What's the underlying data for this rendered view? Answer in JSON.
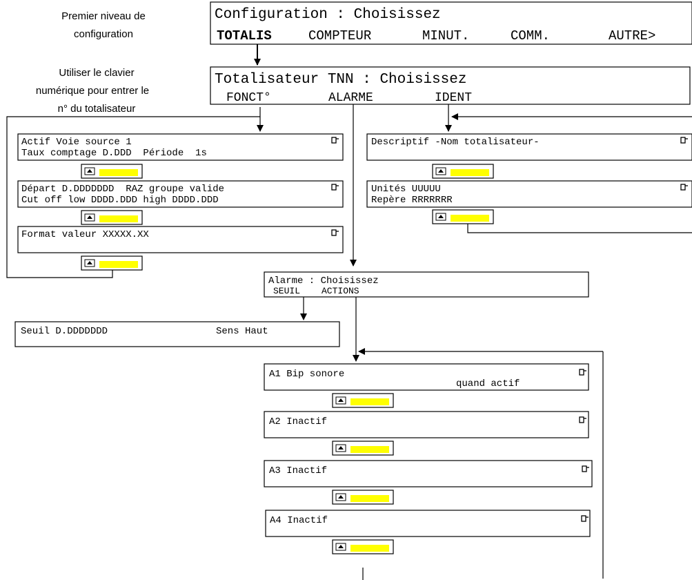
{
  "notes": {
    "premier_line1": "Premier niveau de",
    "premier_line2": "configuration",
    "clavier_line1": "Utiliser le clavier",
    "clavier_line2": "numérique pour entrer le",
    "clavier_line3": "n° du totalisateur"
  },
  "config_menu": {
    "title": "Configuration : Choisissez",
    "items": [
      "TOTALIS",
      "COMPTEUR",
      "MINUT.",
      "COMM.",
      "AUTRE>"
    ]
  },
  "totalisateur_menu": {
    "title": "Totalisateur TNN : Choisissez",
    "items": [
      "FONCT°",
      "ALARME",
      "IDENT"
    ]
  },
  "fonct_screens": [
    {
      "line1": "Actif Voie source 1",
      "line2": "Taux comptage D.DDD  Période  1s"
    },
    {
      "line1": "Départ D.DDDDDDD  RAZ groupe valide",
      "line2": "Cut off low DDDD.DDD high DDDD.DDD"
    },
    {
      "line1": "Format valeur XXXXX.XX",
      "line2": ""
    }
  ],
  "ident_screens": [
    {
      "line1": "Descriptif -Nom totalisateur-",
      "line2": ""
    },
    {
      "line1": "Unités UUUUU",
      "line2": "Repère RRRRRRR"
    }
  ],
  "alarme_menu": {
    "title": "Alarme : Choisissez",
    "items": [
      "SEUIL",
      "ACTIONS"
    ]
  },
  "seuil_screen": {
    "line1": "Seuil D.DDDDDDD",
    "line2": "Sens Haut"
  },
  "action_screens": [
    {
      "line1": "A1 Bip sonore",
      "line2": "quand actif"
    },
    {
      "line1": "A2 Inactif",
      "line2": ""
    },
    {
      "line1": "A3 Inactif",
      "line2": ""
    },
    {
      "line1": "A4 Inactif",
      "line2": ""
    }
  ],
  "colors": {
    "accent": "#FFFF00",
    "line": "#000000",
    "background": "#FFFFFF"
  }
}
